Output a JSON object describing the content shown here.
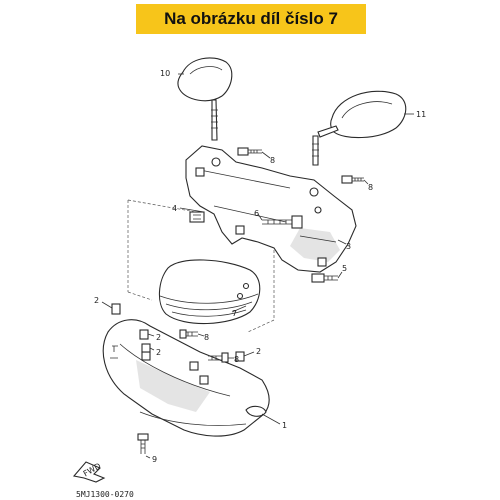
{
  "header": {
    "title": "Na obrázku díl číslo 7"
  },
  "part_labels": {
    "p1": "1",
    "p2a": "2",
    "p2b": "2",
    "p2c": "2",
    "p2d": "2",
    "p3": "3",
    "p4": "4",
    "p5": "5",
    "p6": "6",
    "p7": "7",
    "p8a": "8",
    "p8b": "8",
    "p8c": "8",
    "p8d": "8",
    "p9": "9",
    "p10": "10",
    "p11": "11"
  },
  "footer": {
    "code": "5MJ1300-0270",
    "fwd": "FWD"
  },
  "colors": {
    "banner": "#f7c51a",
    "line": "#333333"
  }
}
